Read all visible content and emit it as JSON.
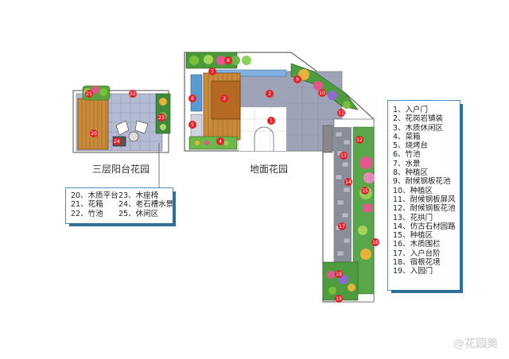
{
  "captions": {
    "balcony": "三层阳台花园",
    "ground": "地面花园"
  },
  "legend_main": [
    "1、入户门",
    "2、花岗岩铺装",
    "3、木质休闲区",
    "4、菜箱",
    "5、烧烤台",
    "6、竹池",
    "7、水景",
    "8、种植区",
    "9、耐候钢板花池",
    "10、种植区",
    "11、耐候钢板屏风",
    "12、耐候钢板花池",
    "13、花拱门",
    "14、仿古石材园路",
    "15、种植区",
    "16、木质围栏",
    "17、入户台阶",
    "18、宿根花境",
    "19、入园门"
  ],
  "legend_balcony": [
    "20、木质平台",
    "23、木座椅",
    "21、花箱",
    "24、老石槽水景",
    "22、竹池",
    "25、休闲区"
  ],
  "watermark": "@花园美",
  "markers": [
    "1",
    "2",
    "3",
    "4",
    "5",
    "6",
    "7",
    "8",
    "9",
    "10",
    "11",
    "12",
    "13",
    "14",
    "15",
    "16",
    "17",
    "18",
    "19",
    "20",
    "21",
    "22",
    "23",
    "24"
  ],
  "colors": {
    "marker": "#e0202a",
    "legend_border": "#4a90b8",
    "paving": "#9ea3b8"
  }
}
